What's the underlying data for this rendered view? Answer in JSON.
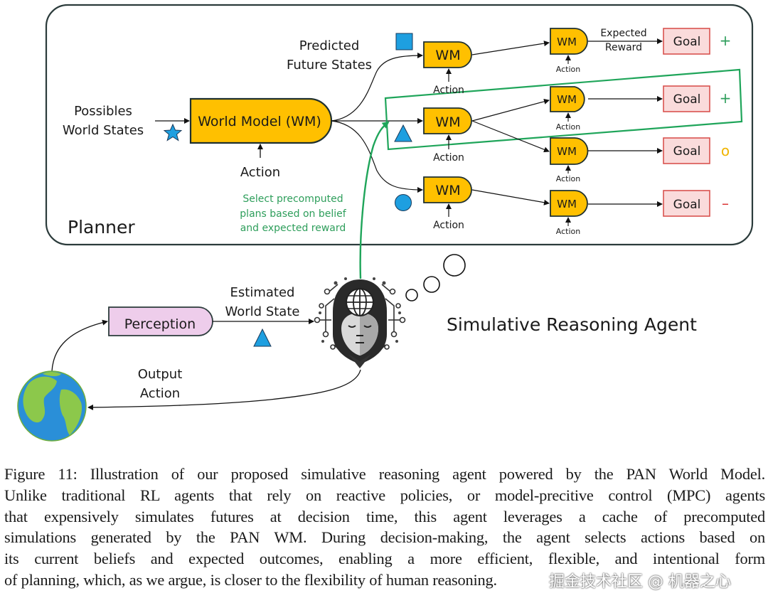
{
  "planner": {
    "title": "Planner",
    "input_label_line1": "Possibles",
    "input_label_line2": "World States",
    "world_model_label": "World Model (WM)",
    "action_label": "Action",
    "predicted_line1": "Predicted",
    "predicted_line2": "Future States",
    "select_note_line1": "Select precomputed",
    "select_note_line2": "plans based on belief",
    "select_note_line3": "and expected reward",
    "expected_line1": "Expected",
    "expected_line2": "Reward",
    "wm_short": "WM",
    "goal_label": "Goal",
    "outcomes": [
      "+",
      "+",
      "o",
      "–"
    ],
    "state_shapes": [
      "square",
      "triangle",
      "circle"
    ]
  },
  "agent": {
    "perception_label": "Perception",
    "estimated_line1": "Estimated",
    "estimated_line2": "World State",
    "output_line1": "Output",
    "output_line2": "Action",
    "agent_title": "Simulative Reasoning Agent"
  },
  "colors": {
    "wm_fill": "#FFC000",
    "goal_fill": "#FADBDB",
    "goal_stroke": "#D9534F",
    "perception_fill": "#EECDEB",
    "state_shape_fill": "#1E9FE0",
    "highlight": "#1FA55A",
    "plus": "#2E9E5B",
    "neutral": "#F0B400",
    "minus": "#D93030"
  },
  "caption": {
    "lines": [
      "Figure 11: Illustration of our proposed simulative reasoning agent powered by the PAN World Model.",
      "Unlike traditional RL agents that rely on reactive policies, or model-precitive control (MPC) agents",
      "that expensively simulates futures at decision time, this agent leverages a cache of precomputed",
      "simulations generated by the PAN WM. During decision-making, the agent selects actions based on",
      "its current beliefs and expected outcomes, enabling a more efficient, flexible, and intentional form",
      "of planning, which, as we argue, is closer to the flexibility of human reasoning."
    ]
  },
  "watermark": "掘金技术社区 @ 机器之心"
}
